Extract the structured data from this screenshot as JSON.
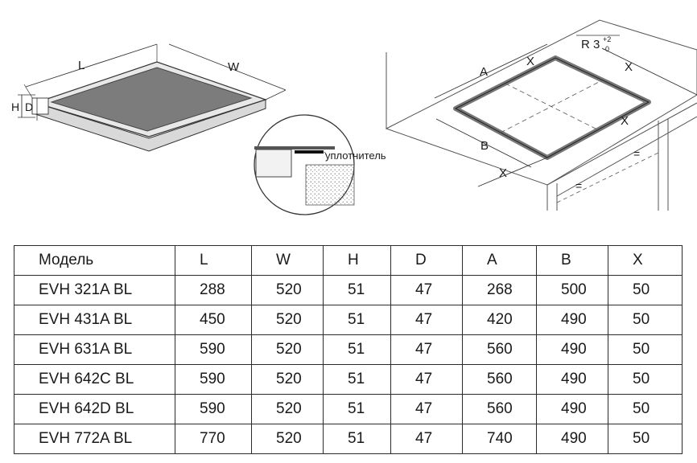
{
  "diagram": {
    "hob_labels": {
      "L": "L",
      "W": "W",
      "H": "H",
      "D": "D"
    },
    "detail_label": "уплотнитель",
    "cutout_labels": {
      "A": "A",
      "B": "B",
      "X": "X",
      "R": "R 3",
      "r_sup": "+2",
      "r_sub": "-0",
      "eq": "="
    }
  },
  "table": {
    "headers": [
      "Модель",
      "L",
      "W",
      "H",
      "D",
      "A",
      "B",
      "X"
    ],
    "rows": [
      [
        "EVH 321A BL",
        "288",
        "520",
        "51",
        "47",
        "268",
        "500",
        "50"
      ],
      [
        "EVH 431A BL",
        "450",
        "520",
        "51",
        "47",
        "420",
        "490",
        "50"
      ],
      [
        "EVH 631A BL",
        "590",
        "520",
        "51",
        "47",
        "560",
        "490",
        "50"
      ],
      [
        "EVH 642C BL",
        "590",
        "520",
        "51",
        "47",
        "560",
        "490",
        "50"
      ],
      [
        "EVH 642D BL",
        "590",
        "520",
        "51",
        "47",
        "560",
        "490",
        "50"
      ],
      [
        "EVH 772A BL",
        "770",
        "520",
        "51",
        "47",
        "740",
        "490",
        "50"
      ]
    ]
  }
}
